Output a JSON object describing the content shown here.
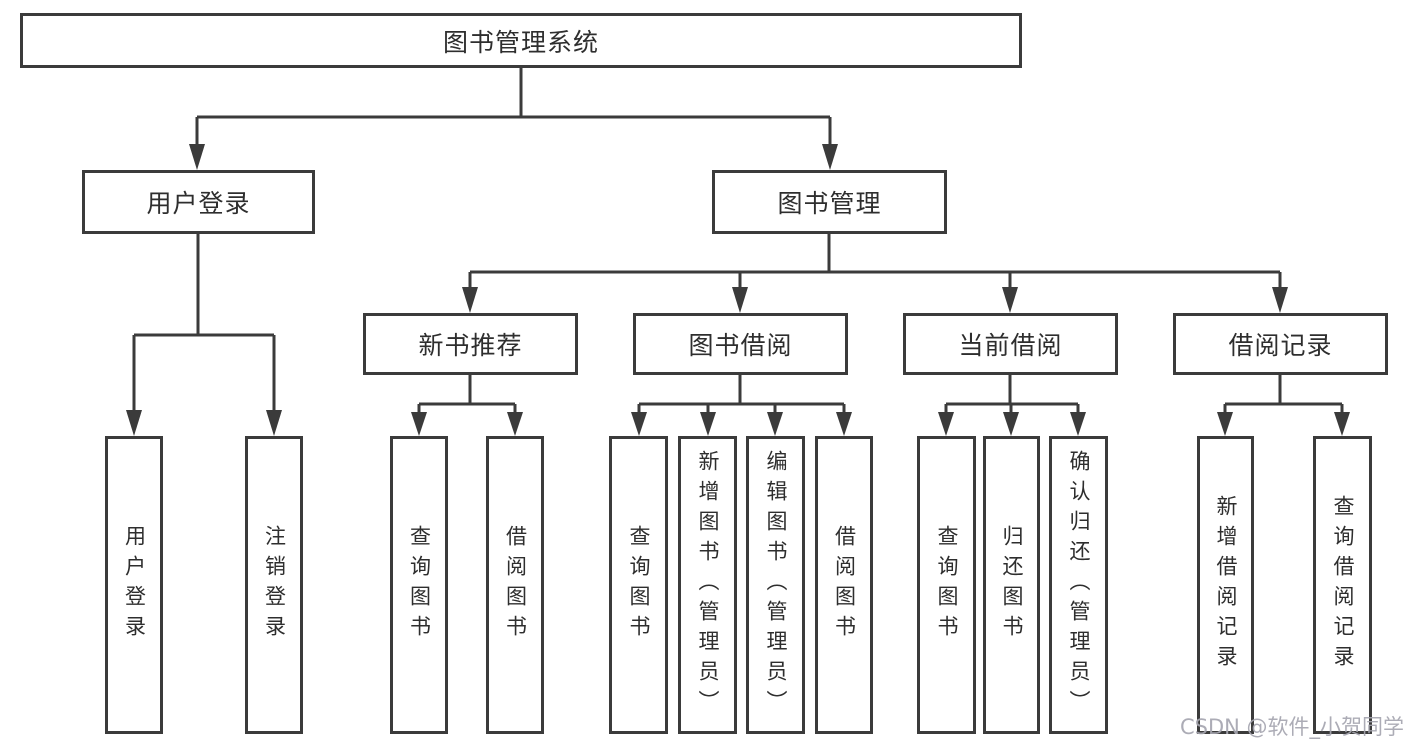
{
  "tree": {
    "root": "图书管理系统",
    "branches": [
      {
        "label": "用户登录",
        "children": [
          "用户登录",
          "注销登录"
        ]
      },
      {
        "label": "图书管理",
        "groups": [
          {
            "label": "新书推荐",
            "children": [
              "查询图书",
              "借阅图书"
            ]
          },
          {
            "label": "图书借阅",
            "children": [
              "查询图书",
              "新增图书（管理员）",
              "编辑图书（管理员）",
              "借阅图书"
            ]
          },
          {
            "label": "当前借阅",
            "children": [
              "查询图书",
              "归还图书",
              "确认归还（管理员）"
            ]
          },
          {
            "label": "借阅记录",
            "children": [
              "新增借阅记录",
              "查询借阅记录"
            ]
          }
        ]
      }
    ]
  },
  "colors": {
    "line": "#3b3b3b",
    "text": "#2e2e2e",
    "watermark": "#a6a6b0",
    "background": "#ffffff"
  },
  "watermark": {
    "text": "CSDN @软件_小贺同学"
  }
}
